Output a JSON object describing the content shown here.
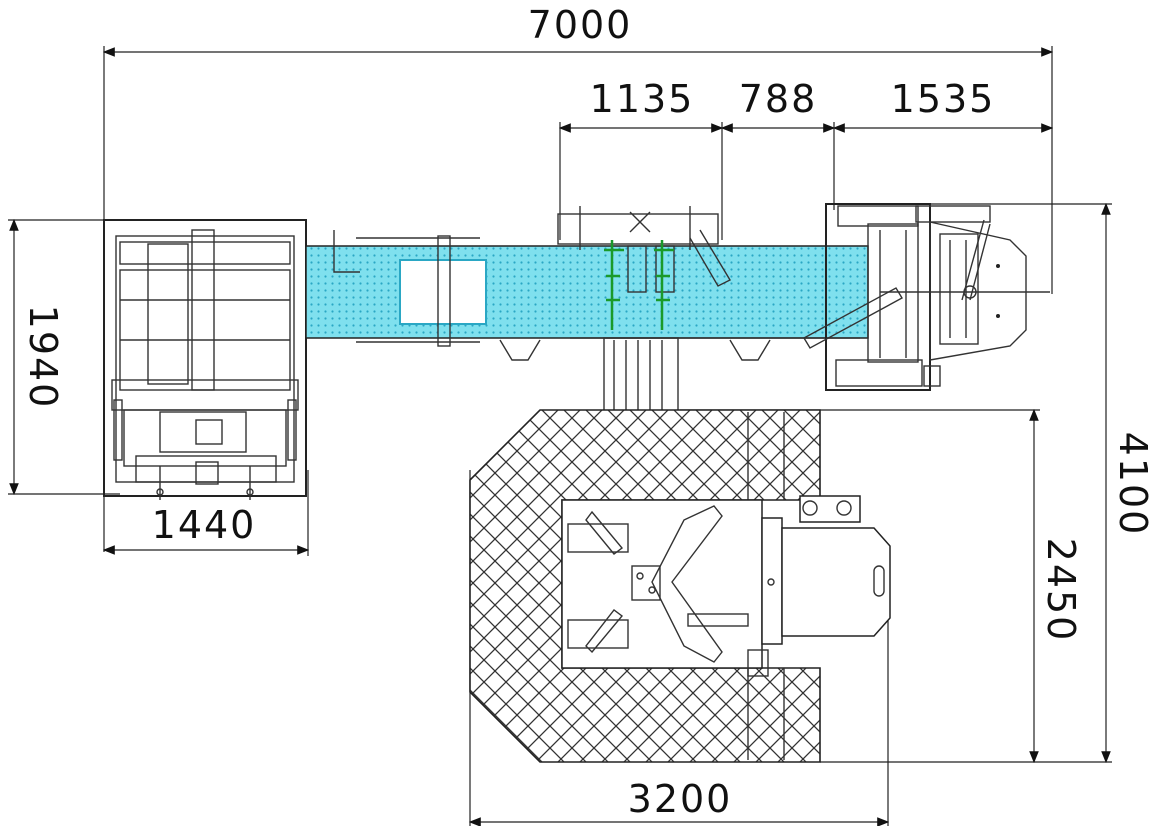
{
  "dimensions": {
    "overall_length": "7000",
    "segment_1": "1135",
    "segment_2": "788",
    "segment_3": "1535",
    "left_unit_height": "1940",
    "left_unit_width": "1440",
    "overall_depth": "4100",
    "lower_unit_depth": "2450",
    "lower_unit_width": "3200"
  },
  "colors": {
    "line": "#222222",
    "conveyor_fill": "#59d4e6",
    "conveyor_dots": "#2aa7c4",
    "guard_hatch": "#333333",
    "highlight_green": "#1a9a2a"
  }
}
